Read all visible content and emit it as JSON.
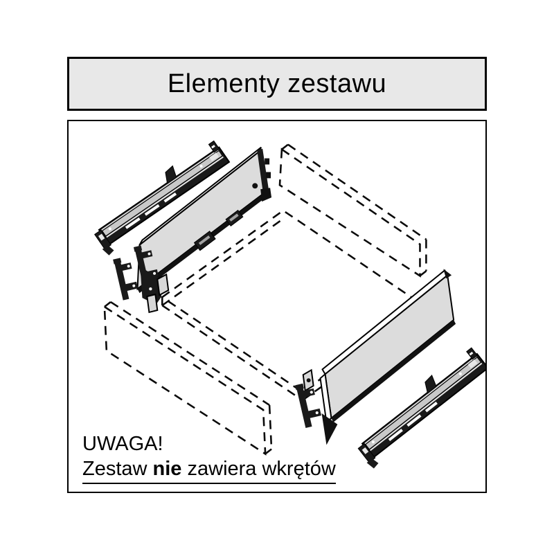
{
  "title": "Elementy zestawu",
  "warning": {
    "line1": "UWAGA!",
    "line2_prefix": "Zestaw ",
    "line2_bold": "nie",
    "line2_suffix": " zawiera wkrętów"
  },
  "colors": {
    "title_background": "#e8e8e8",
    "frame_border": "#000000",
    "panel_fill": "#dcdcdc",
    "rail_dark": "#1a1a1a",
    "rail_channel": "#c9c9c9",
    "dashed_outline": "#0a0a0a",
    "background": "#ffffff"
  },
  "components": [
    {
      "id": "drawer-slide-left",
      "style": "solid"
    },
    {
      "id": "drawer-slide-right",
      "style": "solid"
    },
    {
      "id": "drawer-side-panel-left",
      "style": "solid"
    },
    {
      "id": "drawer-side-panel-right",
      "style": "solid"
    },
    {
      "id": "back-panel-outline",
      "style": "dashed"
    },
    {
      "id": "bottom-panel-outline",
      "style": "dashed"
    },
    {
      "id": "front-panel-outline",
      "style": "dashed"
    },
    {
      "id": "front-bracket-left-outer",
      "style": "solid"
    },
    {
      "id": "front-bracket-left-inner",
      "style": "solid"
    },
    {
      "id": "front-bracket-right",
      "style": "solid"
    },
    {
      "id": "mounting-plate-left",
      "style": "solid"
    },
    {
      "id": "mounting-plate-right",
      "style": "solid"
    }
  ]
}
